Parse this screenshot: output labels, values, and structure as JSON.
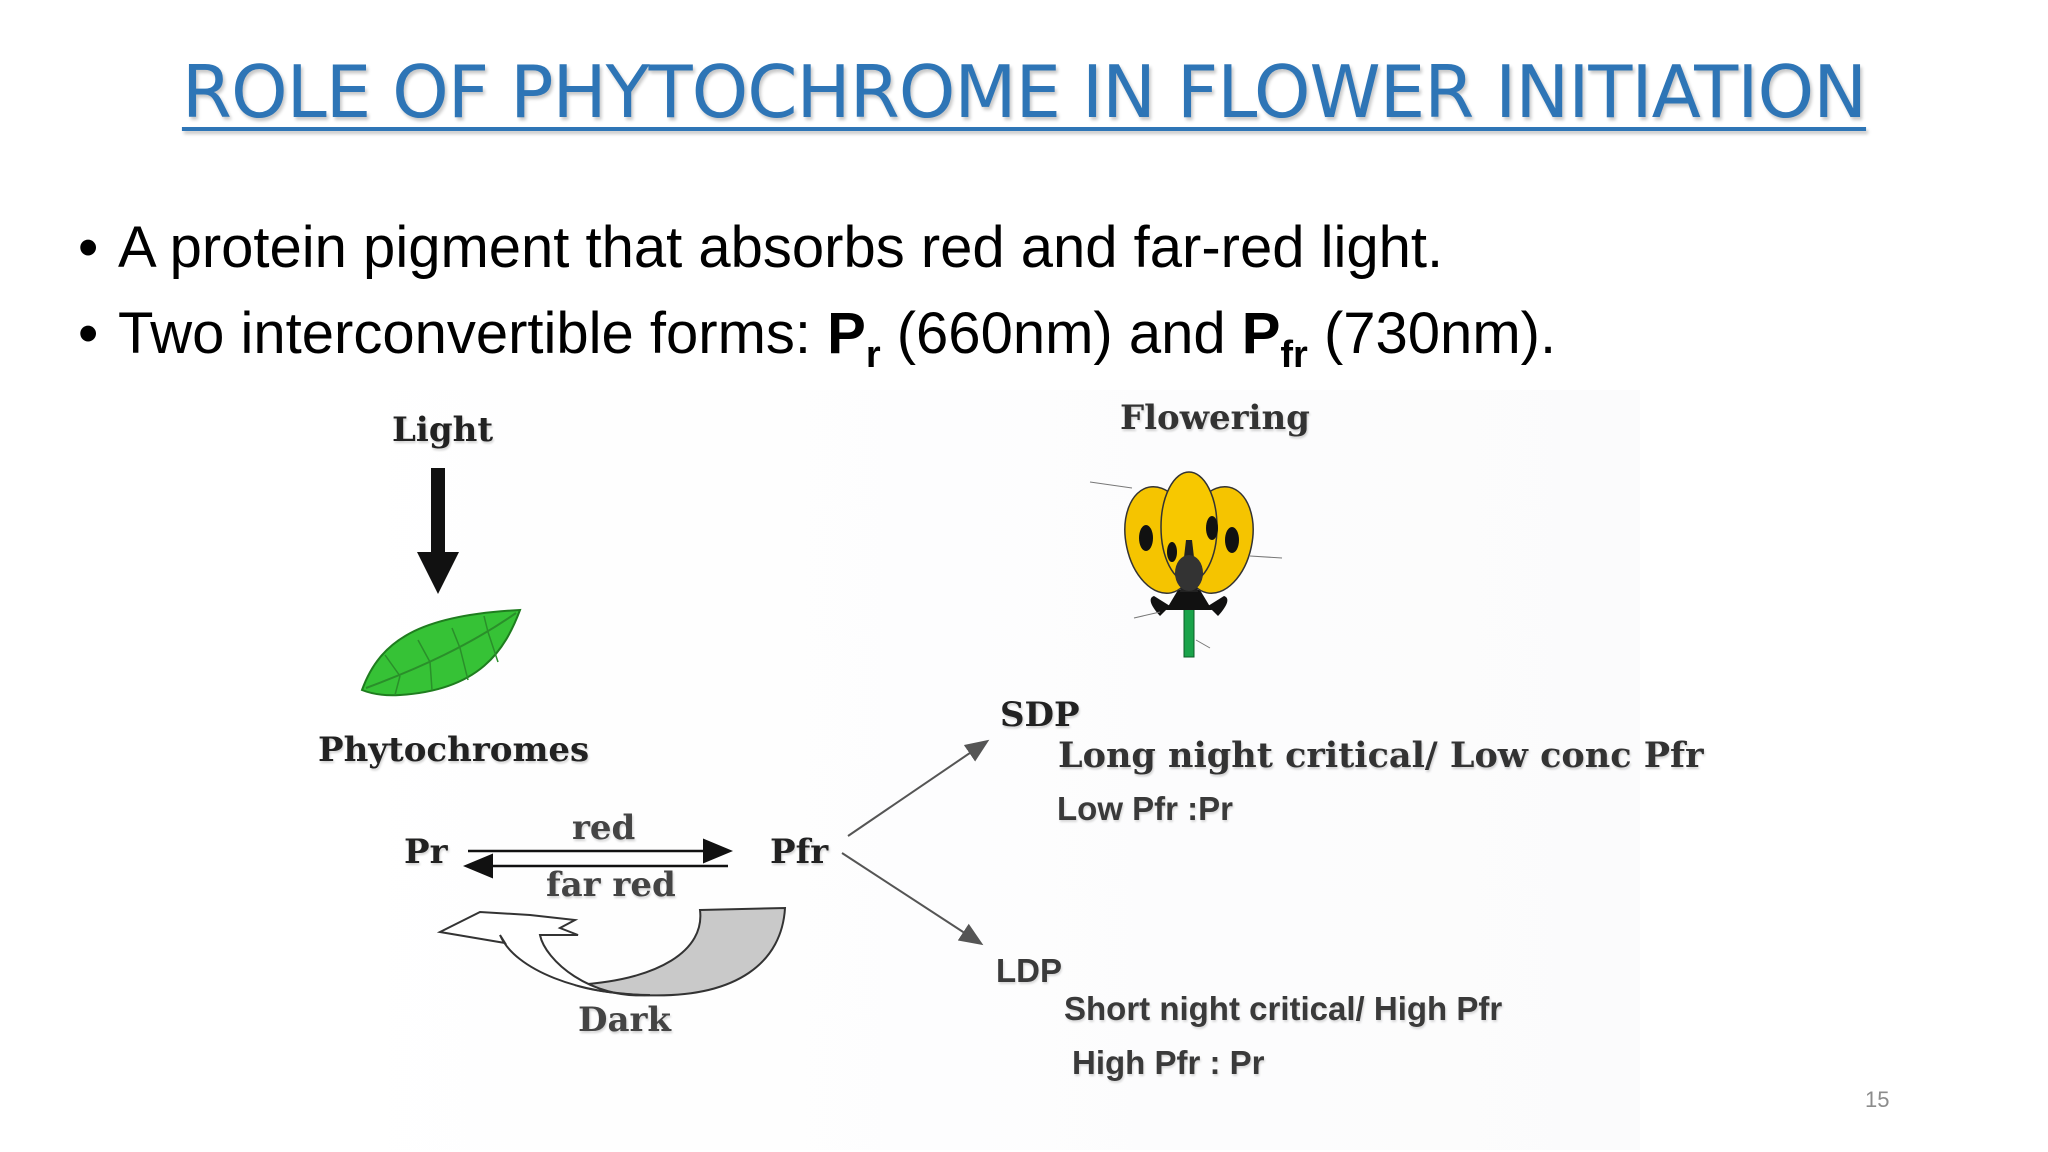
{
  "slide": {
    "title": "ROLE OF PHYTOCHROME IN FLOWER INITIATION",
    "bullets": {
      "b1": "A protein pigment that absorbs red and far-red light.",
      "b2_pre": "Two interconvertible forms: ",
      "b2_form1": "P",
      "b2_form1_sub": "r",
      "b2_mid": " (660nm) and ",
      "b2_form2": "P",
      "b2_form2_sub": "fr",
      "b2_post": " (730nm)."
    },
    "page_number": "15"
  },
  "diagram": {
    "light_label": "Light",
    "phytochromes_label": "Phytochromes",
    "pr_label": "Pr",
    "pfr_label": "Pfr",
    "red_label": "red",
    "far_red_label": "far red",
    "dark_label": "Dark",
    "flowering_label": "Flowering",
    "sdp": {
      "label": "SDP",
      "line1": "Long night critical/ Low conc Pfr",
      "line2": "Low Pfr :Pr"
    },
    "ldp": {
      "label": "LDP",
      "line1": "Short night critical/ High Pfr",
      "line2": "High Pfr : Pr"
    },
    "colors": {
      "title_blue": "#2e75b6",
      "leaf_green": "#3cc43c",
      "petal_yellow": "#f5c400"
    }
  }
}
